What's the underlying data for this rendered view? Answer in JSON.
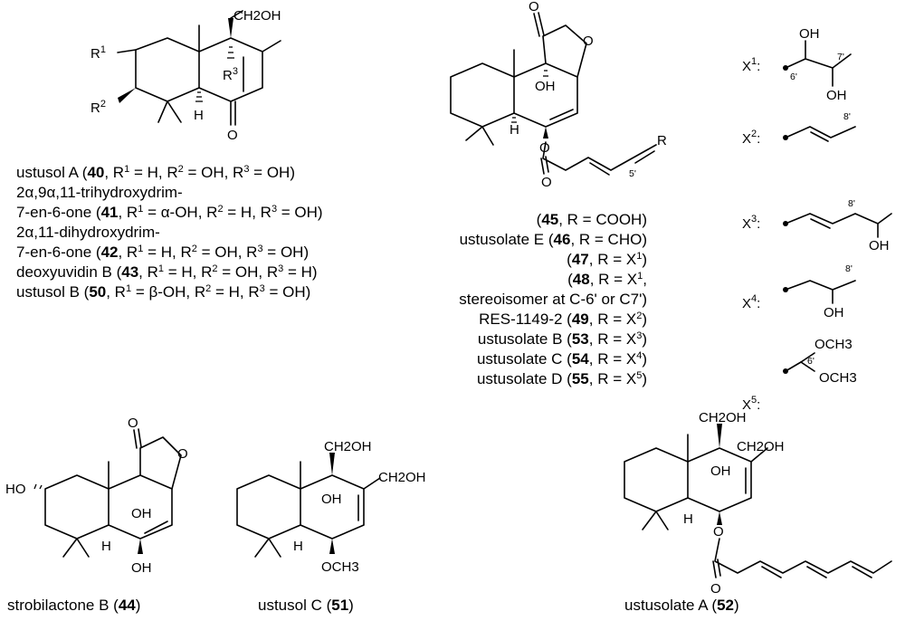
{
  "group1": {
    "substituents": {
      "ch2oh": "CH2OH",
      "r1": "R",
      "r1_sup": "1",
      "r2": "R",
      "r2_sup": "2",
      "r3": "R",
      "r3_sup": "3",
      "h": "H",
      "o": "O"
    },
    "lines": [
      {
        "pre": "ustusol A (",
        "num": "40",
        "post": ", R",
        "s1": "1",
        "a": " = H, R",
        "s2": "2",
        "b": " = OH, R",
        "s3": "3",
        "c": " = OH)"
      },
      {
        "plain": "2α,9α,11-trihydroxydrim-"
      },
      {
        "pre": "7-en-6-one (",
        "num": "41",
        "post": ", R",
        "s1": "1",
        "a": " = α-OH, R",
        "s2": "2",
        "b": " = H, R",
        "s3": "3",
        "c": " = OH)"
      },
      {
        "plain": "2α,11-dihydroxydrim-"
      },
      {
        "pre": "7-en-6-one (",
        "num": "42",
        "post": ", R",
        "s1": "1",
        "a": " = H, R",
        "s2": "2",
        "b": " = OH, R",
        "s3": "3",
        "c": " = OH)"
      },
      {
        "pre": "deoxyuvidin B (",
        "num": "43",
        "post": ", R",
        "s1": "1",
        "a": " = H, R",
        "s2": "2",
        "b": " = OH, R",
        "s3": "3",
        "c": " = H)"
      },
      {
        "pre": "ustusol B (",
        "num": "50",
        "post": ", R",
        "s1": "1",
        "a": " = β-OH, R",
        "s2": "2",
        "b": " = H, R",
        "s3": "3",
        "c": " = OH)"
      }
    ]
  },
  "group2": {
    "substituents": {
      "o1": "O",
      "o2": "O",
      "oh": "OH",
      "h": "H",
      "o3": "O",
      "o4": "O",
      "r": "R",
      "loc5": "5'"
    },
    "lines": [
      {
        "pre": "(",
        "num": "45",
        "post": ", R = COOH)"
      },
      {
        "pre": "ustusolate E (",
        "num": "46",
        "post": ", R = CHO)"
      },
      {
        "pre": "(",
        "num": "47",
        "post": ", R = X",
        "sup": "1",
        "end": ")"
      },
      {
        "pre": "(",
        "num": "48",
        "post": ", R = X",
        "sup": "1",
        "end": ","
      },
      {
        "plain": "stereoisomer at C-6' or C7')"
      },
      {
        "pre": "RES-1149-2 (",
        "num": "49",
        "post": ", R = X",
        "sup": "2",
        "end": ")"
      },
      {
        "pre": "ustusolate B (",
        "num": "53",
        "post": ", R = X",
        "sup": "3",
        "end": ")"
      },
      {
        "pre": "ustusolate C (",
        "num": "54",
        "post": ", R = X",
        "sup": "4",
        "end": ")"
      },
      {
        "pre": "ustusolate D (",
        "num": "55",
        "post": ", R = X",
        "sup": "5",
        "end": ")"
      }
    ]
  },
  "x_groups": [
    {
      "label": "X",
      "sup": "1",
      "colon": ":",
      "atoms": [
        "OH",
        "OH"
      ],
      "locants": [
        "6'",
        "7'"
      ]
    },
    {
      "label": "X",
      "sup": "2",
      "colon": ":",
      "atoms": [],
      "locants": [
        "8'"
      ]
    },
    {
      "label": "X",
      "sup": "3",
      "colon": ":",
      "atoms": [
        "OH"
      ],
      "locants": [
        "8'"
      ]
    },
    {
      "label": "X",
      "sup": "4",
      "colon": ":",
      "atoms": [
        "OH"
      ],
      "locants": [
        "8'"
      ]
    },
    {
      "label": "X",
      "sup": "5",
      "colon": ":",
      "atoms": [
        "OCH3",
        "OCH3"
      ],
      "locants": [
        "6'"
      ]
    }
  ],
  "compounds": [
    {
      "name": "strobilactone B (",
      "num": "44",
      "end": ")",
      "atoms": [
        "O",
        "O",
        "HO",
        "OH",
        "H",
        "OH"
      ]
    },
    {
      "name": "ustusol C (",
      "num": "51",
      "end": ")",
      "atoms": [
        "CH2OH",
        "CH2OH",
        "OH",
        "H",
        "OCH3"
      ]
    },
    {
      "name": "ustusolate A (",
      "num": "52",
      "end": ")",
      "atoms": [
        "CH2OH",
        "CH2OH",
        "OH",
        "H",
        "O",
        "O"
      ]
    }
  ]
}
